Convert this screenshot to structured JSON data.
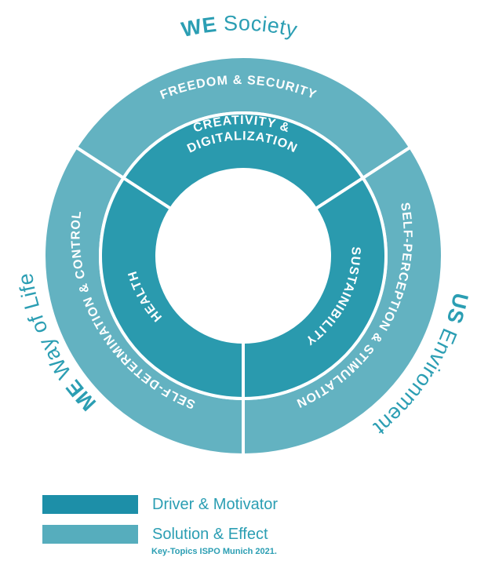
{
  "colors": {
    "outer_ring": "#63b2c1",
    "inner_ring": "#2a9aae",
    "driver_swatch": "#1d8fa8",
    "solution_swatch": "#56adbd",
    "text_teal": "#2b9eb3",
    "divider": "#ffffff"
  },
  "titles": {
    "top": {
      "bold": "WE",
      "rest": " Society"
    },
    "right": {
      "bold": "US",
      "rest": " Environment"
    },
    "left": {
      "bold": "ME",
      "rest": " Way of Life"
    }
  },
  "outer_segments": [
    "FREEDOM & SECURITY",
    "SELF-PERCEPTION & STIMULATION",
    "SELF-DETERMINATION & CONTROL"
  ],
  "inner_segments": {
    "top_line1": "CREATIVITY &",
    "top_line2": "DIGITALIZATION",
    "right": "SUSTAINIBILITY",
    "left": "HEALTH"
  },
  "legend": {
    "items": [
      {
        "label": "Driver & Motivator",
        "color": "#1d8fa8"
      },
      {
        "label": "Solution & Effect",
        "color": "#56adbd"
      }
    ],
    "caption": "Key-Topics ISPO Munich 2021."
  }
}
